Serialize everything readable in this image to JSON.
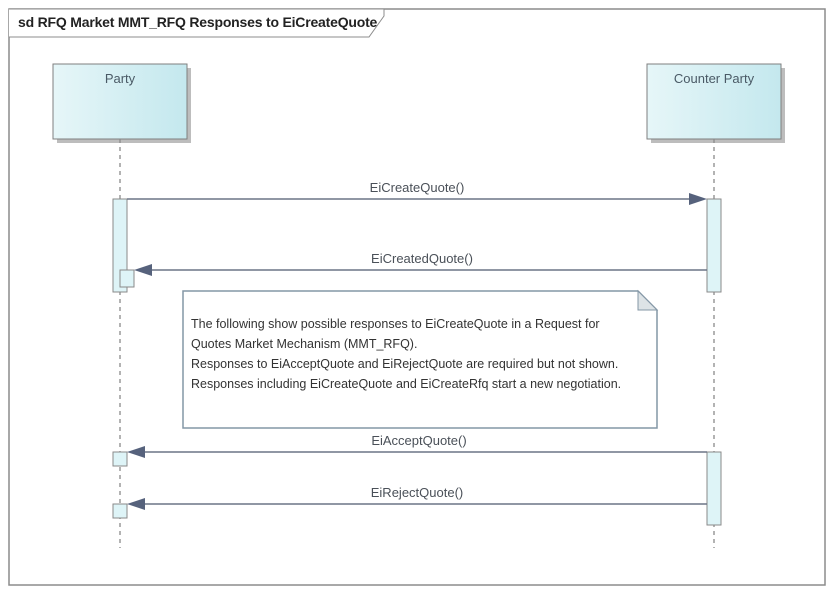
{
  "frame": {
    "title": "sd RFQ Market MMT_RFQ  Responses to EiCreateQuote"
  },
  "lifelines": [
    {
      "name": "Party"
    },
    {
      "name": "Counter Party"
    }
  ],
  "messages": [
    {
      "label": "EiCreateQuote()",
      "from": "Party",
      "to": "Counter Party"
    },
    {
      "label": "EiCreatedQuote()",
      "from": "Counter Party",
      "to": "Party"
    },
    {
      "label": "EiAcceptQuote()",
      "from": "Counter Party",
      "to": "Party"
    },
    {
      "label": "EiRejectQuote()",
      "from": "Counter Party",
      "to": "Party"
    }
  ],
  "note": {
    "lines": [
      "The following show possible responses to EiCreateQuote in a Request for",
      "Quotes Market Mechanism  (MMT_RFQ).",
      "Responses to EiAcceptQuote and  EiRejectQuote are required but not shown.",
      "Responses including EiCreateQuote and EiCreateRfq start a new negotiation."
    ]
  },
  "colors": {
    "lifeline_fill_start": "#e6f6f8",
    "lifeline_fill_end": "#c6e9ee",
    "activation_fill": "#def4f7",
    "border": "#7f7f7f",
    "arrow": "#5b6a86",
    "note_border": "#8497a6"
  }
}
